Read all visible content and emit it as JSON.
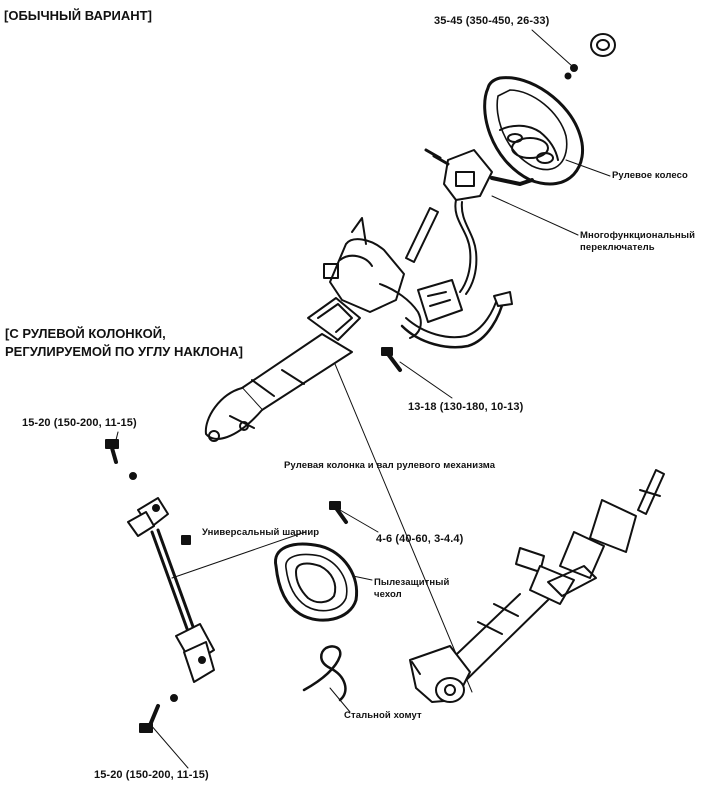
{
  "headers": {
    "standard": "[ОБЫЧНЫЙ ВАРИАНТ]",
    "tilt_line1": "[С РУЛЕВОЙ КОЛОНКОЙ,",
    "tilt_line2": "РЕГУЛИРУЕМОЙ ПО УГЛУ НАКЛОНА]"
  },
  "labels": {
    "steering_wheel": "Рулевое колесо",
    "multifunction_switch_line1": "Многофункциональный",
    "multifunction_switch_line2": "переключатель",
    "column_and_shaft": "Рулевая колонка и вал рулевого механизма",
    "universal_joint": "Универсальный шарнир",
    "dust_boot_line1": "Пылезащитный",
    "dust_boot_line2": "чехол",
    "steel_clamp": "Стальной хомут"
  },
  "torques": {
    "nut_wheel": "35-45 (350-450, 26-33)",
    "bolt_column": "13-18 (130-180, 10-13)",
    "bolt_joint_upper": "15-20 (150-200, 11-15)",
    "bolt_boot": "4-6 (40-60, 3-4.4)",
    "bolt_joint_lower": "15-20 (150-200, 11-15)"
  },
  "colors": {
    "ink": "#111111",
    "paper": "#ffffff"
  }
}
